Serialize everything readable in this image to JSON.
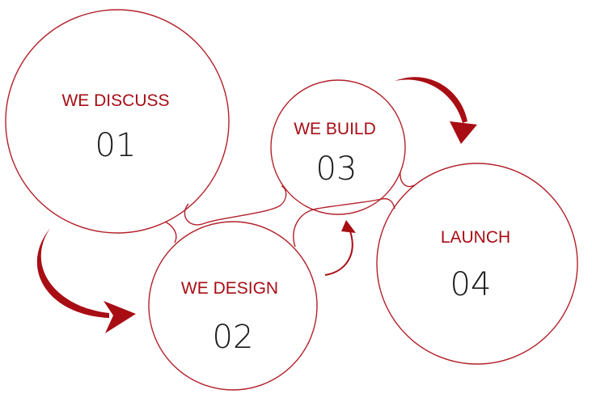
{
  "colors": {
    "accent": "#a80d14",
    "outline": "#b3202a",
    "number": "#1a1a1a",
    "background": "#ffffff"
  },
  "steps": [
    {
      "label": "WE DISCUSS",
      "number": "01"
    },
    {
      "label": "WE DESIGN",
      "number": "02"
    },
    {
      "label": "WE BUILD",
      "number": "03"
    },
    {
      "label": "LAUNCH",
      "number": "04"
    }
  ],
  "connectors": [
    {
      "from": "01",
      "to": "02",
      "icon": "curved-arrow-icon"
    },
    {
      "from": "02",
      "to": "03",
      "icon": "curved-arrow-icon"
    },
    {
      "from": "03",
      "to": "04",
      "icon": "curved-arrow-icon"
    }
  ]
}
